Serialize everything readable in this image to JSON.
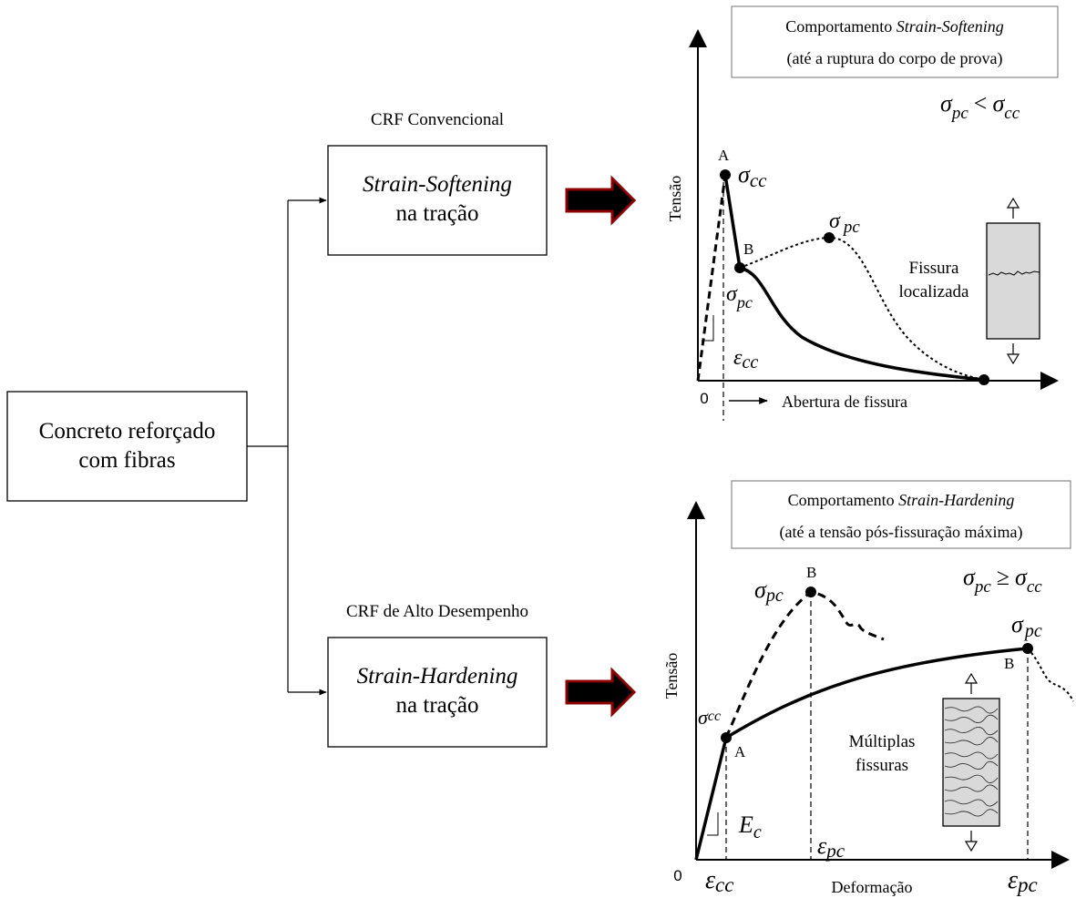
{
  "root": {
    "line1": "Concreto reforçado",
    "line2": "com fibras"
  },
  "top_branch": {
    "caption": "CRF Convencional",
    "box_italic": "Strain-Softening",
    "box_line2": "na tração"
  },
  "bottom_branch": {
    "caption": "CRF de Alto Desempenho",
    "box_italic": "Strain-Hardening",
    "box_line2": "na tração"
  },
  "chart_top": {
    "title_prefix": "Comportamento ",
    "title_italic": "Strain-Softening",
    "subtitle": "(até a ruptura do corpo de prova)",
    "condition": {
      "lhs": "σ",
      "lhs_sub": "pc",
      "op": "<",
      "rhs": "σ",
      "rhs_sub": "cc"
    },
    "ylabel": "Tensão",
    "xlabel": "Abertura de fissura",
    "origin": "0",
    "point_a": "A",
    "point_b": "B",
    "sigma_cc": {
      "sym": "σ",
      "sub": "cc"
    },
    "sigma_pc_peak": {
      "sym": "σ",
      "sub": "pc"
    },
    "sigma_pc_b": {
      "sym": "σ",
      "sub": "pc"
    },
    "eps_cc": {
      "sym": "ε",
      "sub": "cc"
    },
    "specimen_line1": "Fissura",
    "specimen_line2": "localizada"
  },
  "chart_bottom": {
    "title_prefix": "Comportamento ",
    "title_italic": "Strain-Hardening",
    "subtitle": "(até a tensão pós-fissuração máxima)",
    "condition": {
      "lhs": "σ",
      "lhs_sub": "pc",
      "op": "≥",
      "rhs": "σ",
      "rhs_sub": "cc"
    },
    "ylabel": "Tensão",
    "xlabel": "Deformação",
    "origin": "0",
    "point_a": "A",
    "point_b_dashed": "B",
    "point_b_solid": "B",
    "sigma_cc": {
      "sym": "σ",
      "sub": "cc"
    },
    "sigma_pc_dashed": {
      "sym": "σ",
      "sub": "pc"
    },
    "sigma_pc_solid": {
      "sym": "σ",
      "sub": "pc"
    },
    "eps_pc_mid": {
      "sym": "ε",
      "sub": "pc"
    },
    "eps_cc_axis": {
      "sym": "ε",
      "sub": "cc"
    },
    "eps_pc_axis": {
      "sym": "ε",
      "sub": "pc"
    },
    "modulus": {
      "sym": "E",
      "sub": "c"
    },
    "specimen_line1": "Múltiplas",
    "specimen_line2": "fissuras"
  },
  "colors": {
    "arrow_fill": "#8b0000",
    "arrow_stroke": "#000000",
    "specimen_fill": "#d9d9d9"
  }
}
